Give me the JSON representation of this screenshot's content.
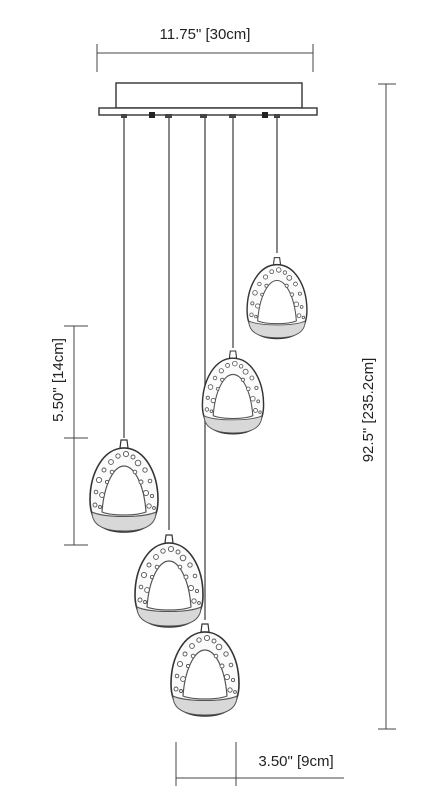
{
  "dimensions": {
    "canopy_width": "11.75\" [30cm]",
    "pendant_height": "5.50\" [14cm]",
    "overall_height": "92.5\" [235.2cm]",
    "pendant_width": "3.50\" [9cm]"
  },
  "colors": {
    "line": "#333333",
    "band": "#d8d8d8"
  }
}
